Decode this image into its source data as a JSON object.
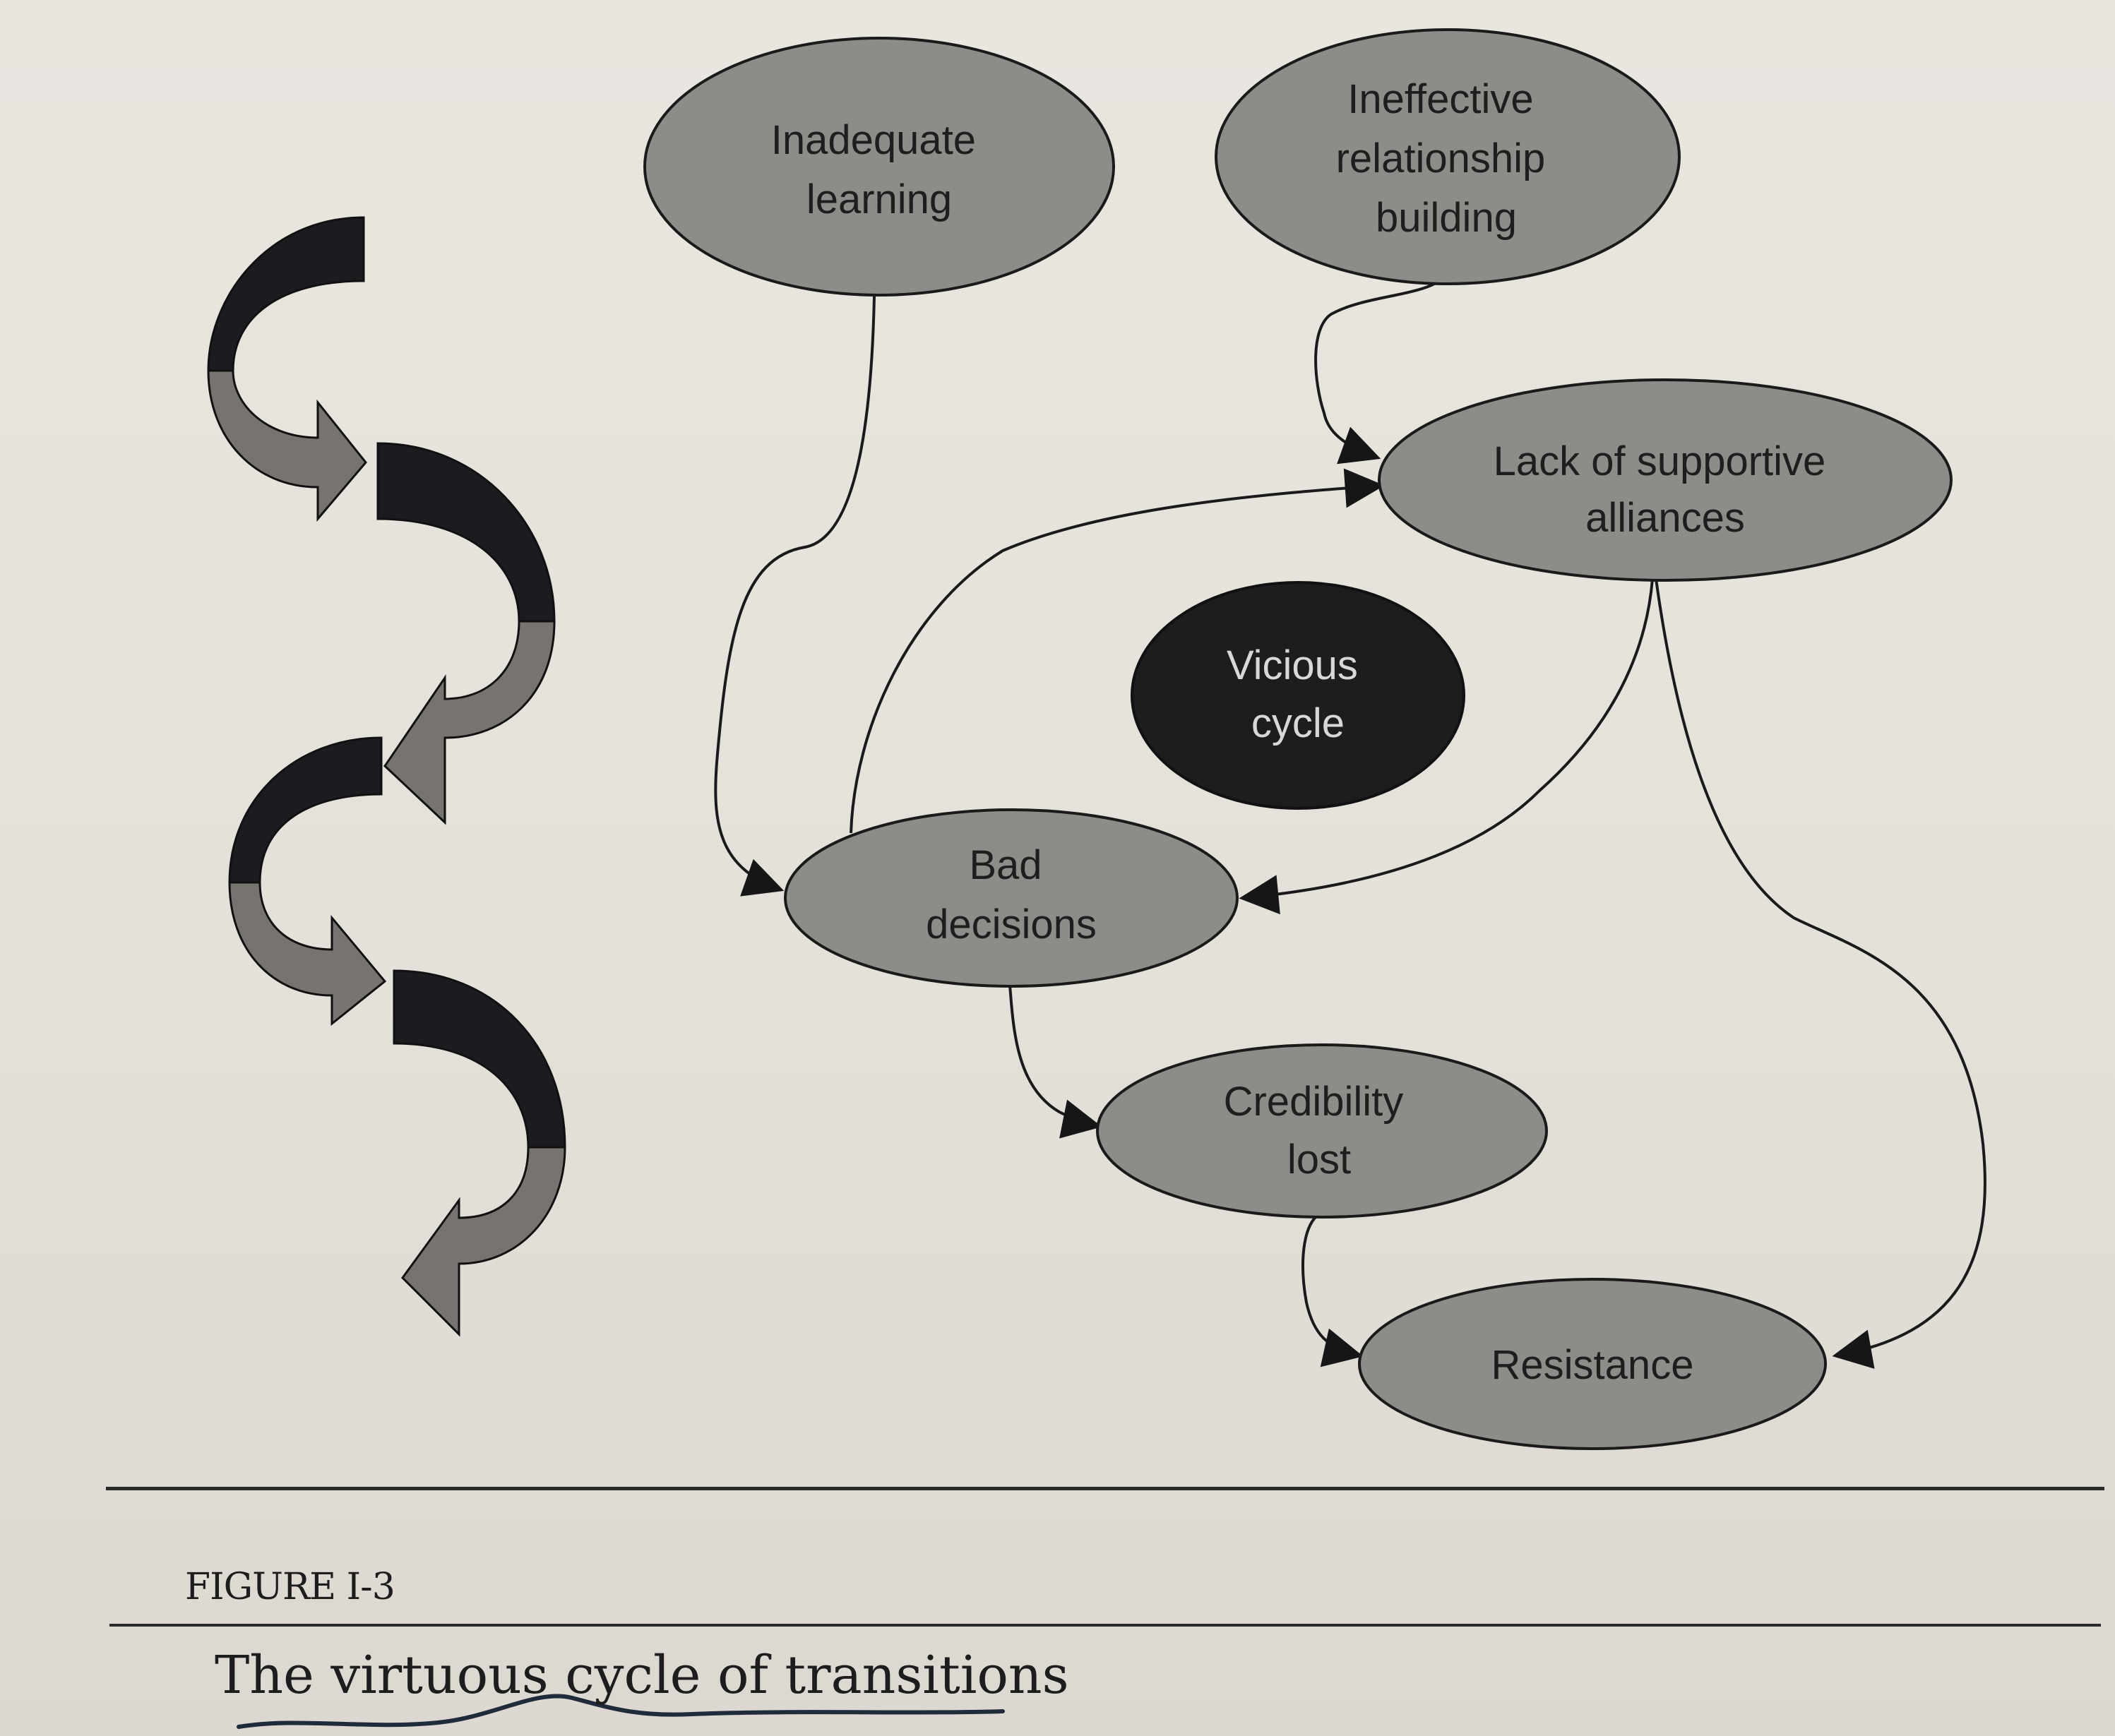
{
  "figure": {
    "label": "FIGURE I-3",
    "title": "The virtuous cycle of transitions"
  },
  "nodes": {
    "inadequate_learning": [
      "Inadequate",
      "learning"
    ],
    "ineffective_relationship_building": [
      "Ineffective",
      "relationship",
      "building"
    ],
    "lack_of_supportive_alliances": [
      "Lack of supportive",
      "alliances"
    ],
    "vicious_cycle": [
      "Vicious",
      "cycle"
    ],
    "bad_decisions": [
      "Bad",
      "decisions"
    ],
    "credibility_lost": [
      "Credibility",
      "lost"
    ],
    "resistance": [
      "Resistance"
    ]
  },
  "colors": {
    "node_fill": "#8e8c89",
    "center_fill": "#1d1d20",
    "arrow_dark": "#1c1c20",
    "arrow_mid": "#76736f",
    "line": "#1a1a1a"
  }
}
